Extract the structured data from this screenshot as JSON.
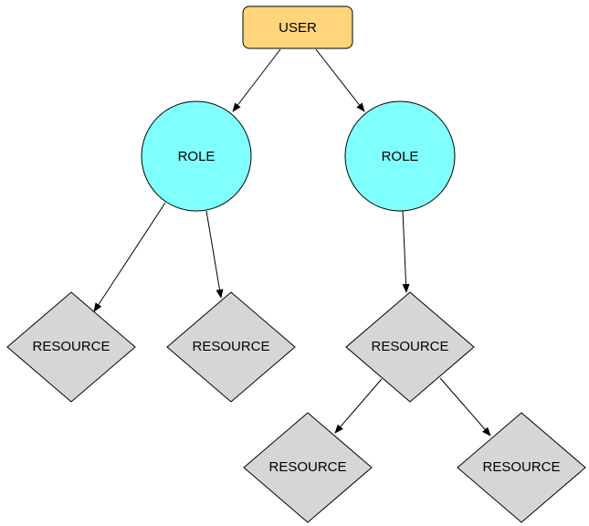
{
  "colors": {
    "user_fill": "#FFD47A",
    "role_fill": "#80FFFF",
    "resource_fill": "#D6D6D6",
    "stroke": "#000000",
    "background": "#FFFFFF"
  },
  "nodes": {
    "user": {
      "label": "USER",
      "shape": "rounded-rectangle"
    },
    "role_1": {
      "label": "ROLE",
      "shape": "circle"
    },
    "role_2": {
      "label": "ROLE",
      "shape": "circle"
    },
    "resource_1": {
      "label": "RESOURCE",
      "shape": "diamond"
    },
    "resource_2": {
      "label": "RESOURCE",
      "shape": "diamond"
    },
    "resource_3": {
      "label": "RESOURCE",
      "shape": "diamond"
    },
    "resource_4": {
      "label": "RESOURCE",
      "shape": "diamond"
    },
    "resource_5": {
      "label": "RESOURCE",
      "shape": "diamond"
    }
  },
  "edges": [
    {
      "from": "user",
      "to": "role_1"
    },
    {
      "from": "user",
      "to": "role_2"
    },
    {
      "from": "role_1",
      "to": "resource_1"
    },
    {
      "from": "role_1",
      "to": "resource_2"
    },
    {
      "from": "role_2",
      "to": "resource_3"
    },
    {
      "from": "resource_3",
      "to": "resource_4"
    },
    {
      "from": "resource_3",
      "to": "resource_5"
    }
  ]
}
